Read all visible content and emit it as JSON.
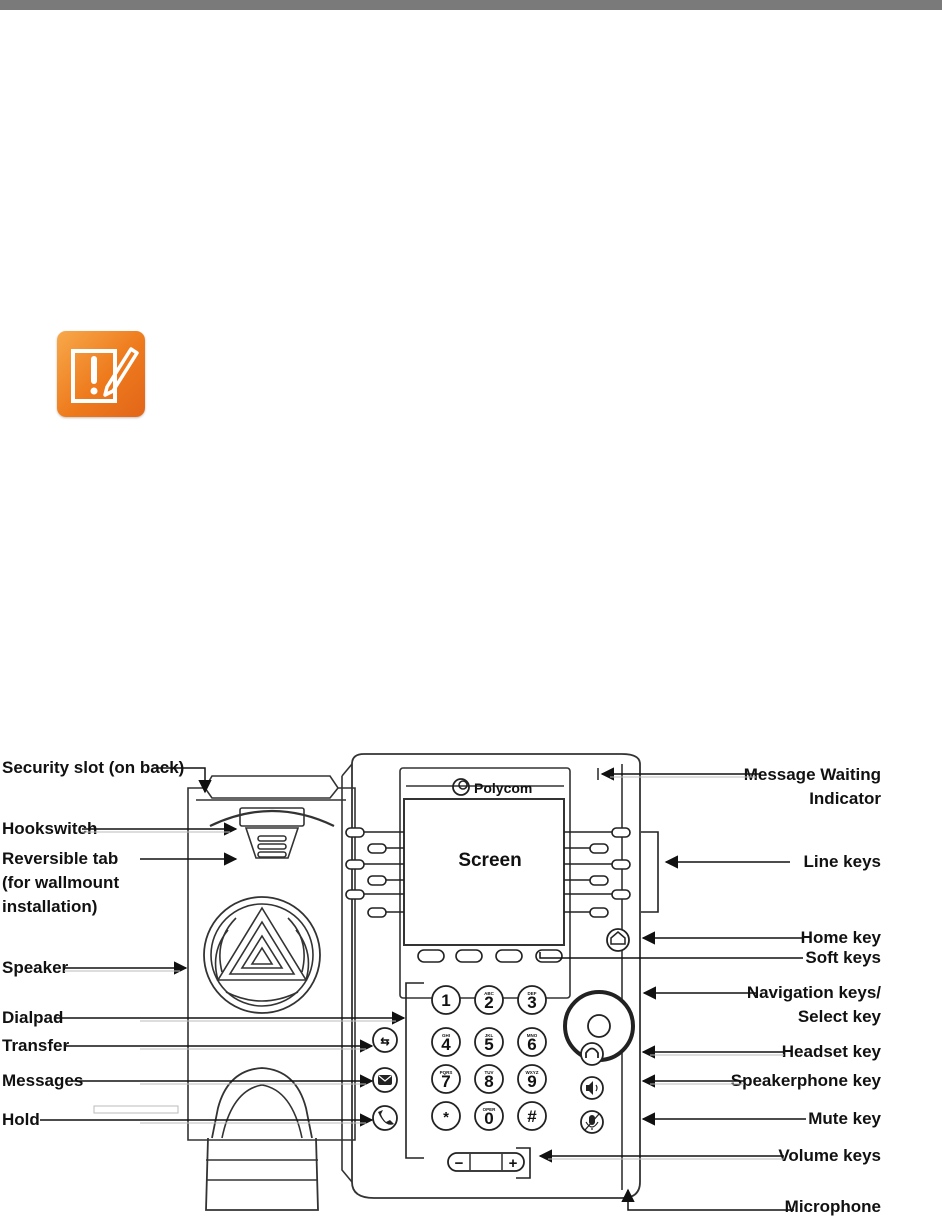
{
  "brand": {
    "name": "Polycom"
  },
  "diagram": {
    "screen_label": "Screen",
    "callouts_left": {
      "security_slot": "Security slot (on back)",
      "hookswitch": "Hookswitch",
      "reversible_tab_1": "Reversible tab",
      "reversible_tab_2": "(for wallmount",
      "reversible_tab_3": "installation)",
      "speaker": "Speaker",
      "dialpad": "Dialpad",
      "transfer": "Transfer",
      "messages": "Messages",
      "hold": "Hold"
    },
    "callouts_right": {
      "mwi_1": "Message Waiting",
      "mwi_2": "Indicator",
      "line_keys": "Line keys",
      "home_key": "Home key",
      "soft_keys": "Soft keys",
      "nav_1": "Navigation keys/",
      "nav_2": "Select key",
      "headset_key": "Headset key",
      "speakerphone_key": "Speakerphone key",
      "mute_key": "Mute key",
      "volume_keys": "Volume keys",
      "microphone": "Microphone"
    },
    "dialpad_keys": [
      {
        "digit": "1",
        "letters": ""
      },
      {
        "digit": "2",
        "letters": "ABC"
      },
      {
        "digit": "3",
        "letters": "DEF"
      },
      {
        "digit": "4",
        "letters": "GHI"
      },
      {
        "digit": "5",
        "letters": "JKL"
      },
      {
        "digit": "6",
        "letters": "MNO"
      },
      {
        "digit": "7",
        "letters": "PQRS"
      },
      {
        "digit": "8",
        "letters": "TUV"
      },
      {
        "digit": "9",
        "letters": "WXYZ"
      },
      {
        "digit": "*",
        "letters": ""
      },
      {
        "digit": "0",
        "letters": "OPER"
      },
      {
        "digit": "#",
        "letters": ""
      }
    ],
    "volume_minus": "−",
    "volume_plus": "+"
  },
  "colors": {
    "note_orange": "#ee7a1c",
    "top_bar": "#7a7a7a"
  }
}
